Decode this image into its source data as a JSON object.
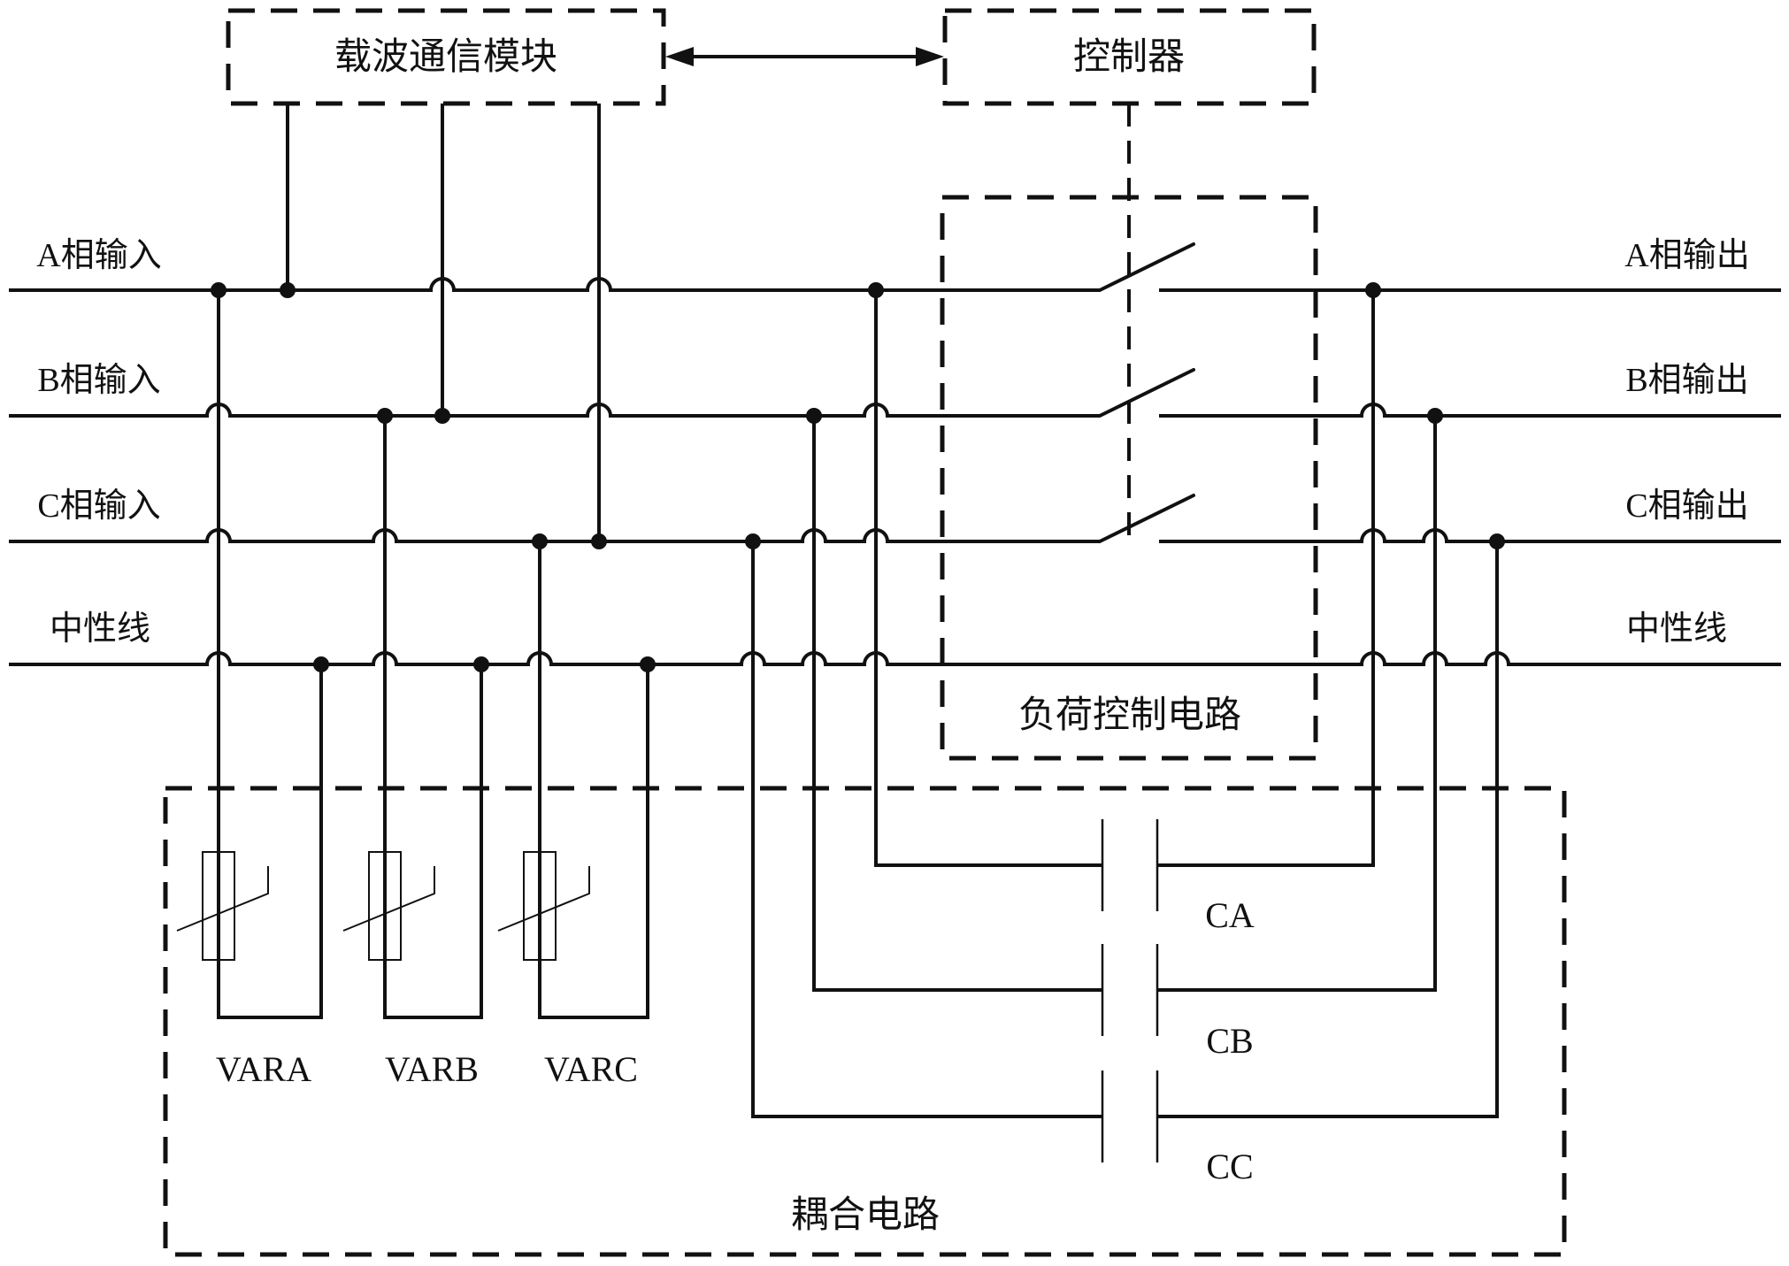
{
  "modules": {
    "carrier_module": "载波通信模块",
    "controller": "控制器",
    "load_control": "负荷控制电路",
    "coupling": "耦合电路"
  },
  "bus": {
    "left": [
      "A相输入",
      "B相输入",
      "C相输入",
      "中性线"
    ],
    "right": [
      "A相输出",
      "B相输出",
      "C相输出",
      "中性线"
    ]
  },
  "components": {
    "varistors": [
      "VARA",
      "VARB",
      "VARC"
    ],
    "capacitors": [
      "CA",
      "CB",
      "CC"
    ]
  },
  "colors": {
    "line": "#111111",
    "background": "#ffffff"
  }
}
